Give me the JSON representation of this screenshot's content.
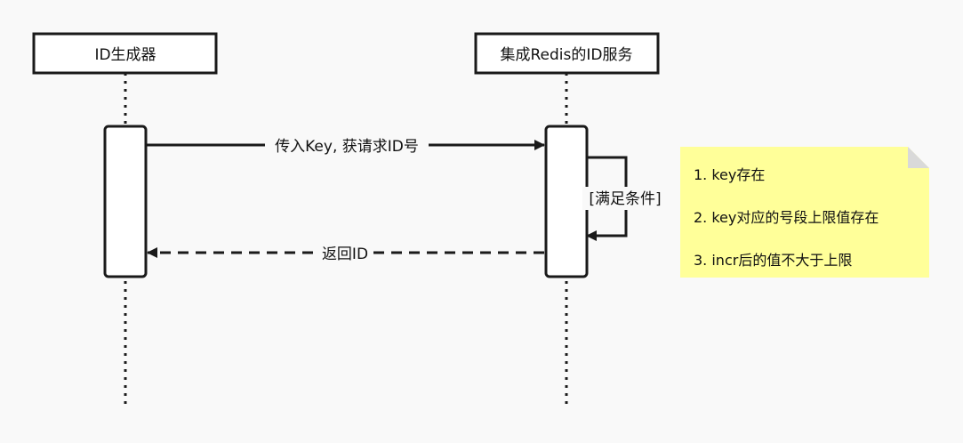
{
  "participants": [
    {
      "id": "generator",
      "label": "ID生成器"
    },
    {
      "id": "service",
      "label": "集成Redis的ID服务"
    }
  ],
  "messages": [
    {
      "label": "传入Key, 获请求ID号",
      "style": "solid"
    },
    {
      "label": "返回ID",
      "style": "dashed"
    }
  ],
  "self_call": {
    "guard": "[满足条件]"
  },
  "note": {
    "items": [
      "1.  key存在",
      "2. key对应的号段上限值存在",
      "3. incr后的值不大于上限"
    ],
    "fill": "#ffff99",
    "corner": "#d9d9d9"
  },
  "colors": {
    "background": "#f9f9f9",
    "stroke": "#1a1a1a",
    "box_fill": "#ffffff"
  }
}
